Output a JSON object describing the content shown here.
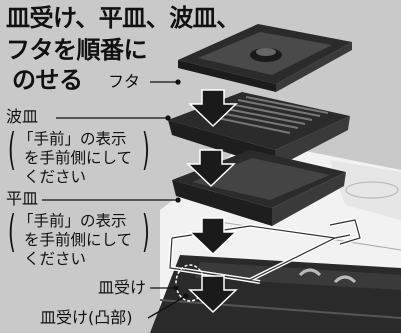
{
  "title_lines": [
    "皿受け、平皿、波皿、",
    "フタを順番に",
    "のせる"
  ],
  "labels": {
    "lid": "フタ",
    "wave_plate": "波皿",
    "wave_plate_note": [
      "「手前」の表示",
      "を手前側にして",
      "ください"
    ],
    "flat_plate": "平皿",
    "flat_plate_note": [
      "「手前」の表示",
      "を手前側にして",
      "ください"
    ],
    "plate_holder": "皿受け",
    "plate_holder_convex": "皿受け(凸部)"
  },
  "colors": {
    "background": "#c9c9c9",
    "arrow": "#1a1a1a",
    "tray_dark": "#2b2b2b",
    "appliance_white": "#f4f4f4"
  }
}
